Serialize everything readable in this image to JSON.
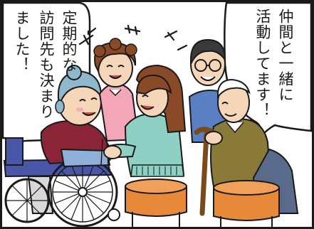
{
  "bubbles": {
    "left": {
      "col1": "定期的な",
      "col2": "訪問先も決まり",
      "col3": "ました！"
    },
    "right": {
      "col1": "仲間と一緒に",
      "col2": "活動してます！"
    }
  },
  "colors": {
    "background": "#ffffff",
    "pink_dress": "#f2a6b8",
    "maroon_sweater": "#8a2436",
    "teal_sweater": "#8fd0c4",
    "blue_shirt": "#5a7fc2",
    "brown_hair": "#8a4a28",
    "orange_seat": "#e8893a",
    "wheelchair": "#4a56a8",
    "skin": "#f6d6b8",
    "olive_vest": "#8a7a3a"
  },
  "icons": {
    "excitement_marks": "sparkle-crosses-icon"
  }
}
